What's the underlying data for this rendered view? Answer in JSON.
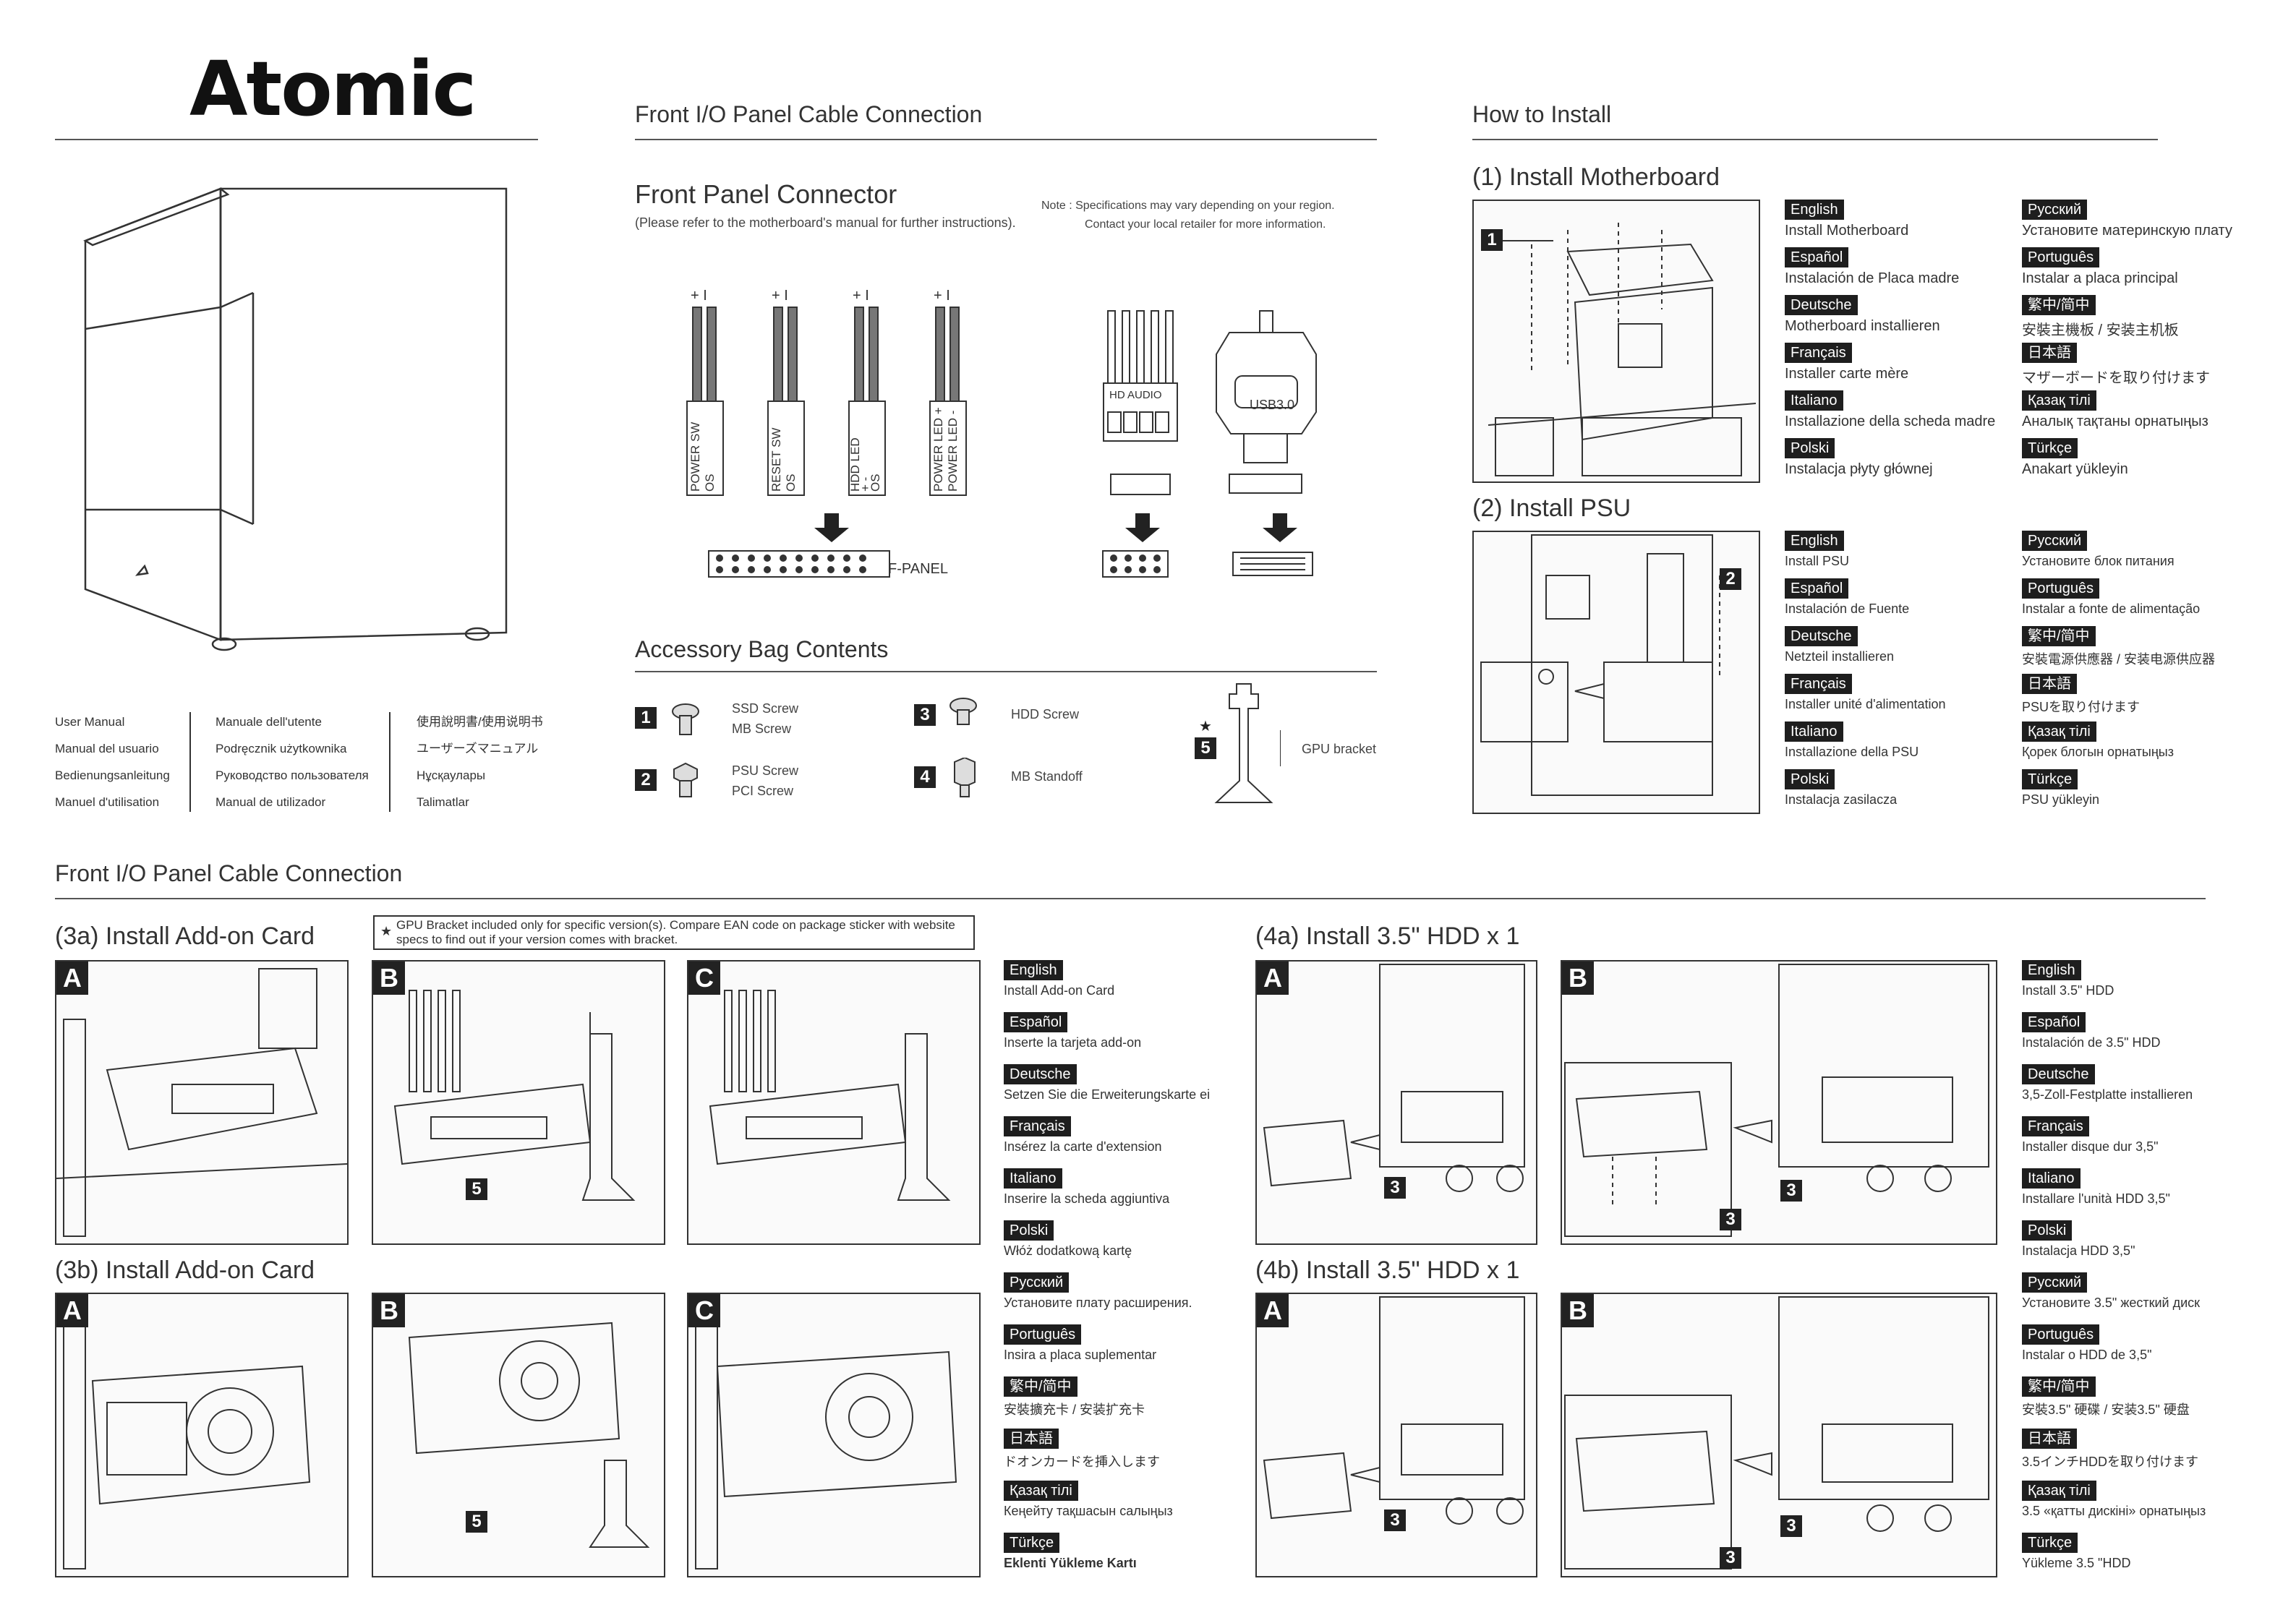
{
  "brand": {
    "title": "Atomic"
  },
  "manuals": {
    "col1": [
      "User Manual",
      "Manual del usuario",
      "Bedienungsanleitung",
      "Manuel d'utilisation"
    ],
    "col2": [
      "Manuale dell'utente",
      "Podręcznik użytkownika",
      "Руководство пользователя",
      "Manual de utilizador"
    ],
    "col3": [
      "使用說明書/使用说明书",
      "ユーザーズマニュアル",
      "Нұсқаулары",
      "Talimatlar"
    ]
  },
  "front_io_top": {
    "heading": "Front I/O Panel Cable Connection",
    "connector_heading": "Front Panel Connector",
    "connector_sub": "(Please refer to the motherboard's manual for further instructions).",
    "note_line1": "Note : Specifications may vary depending on your region.",
    "note_line2": "Contact your local retailer for more information.",
    "plugs": [
      {
        "lines": [
          "POWER SW",
          "OS"
        ],
        "polarity": "+ I"
      },
      {
        "lines": [
          "RESET SW",
          "OS"
        ],
        "polarity": "+ I"
      },
      {
        "lines": [
          "HDD LED",
          "+ -",
          "OS"
        ],
        "polarity": "+ I"
      },
      {
        "lines": [
          "POWER LED +",
          "POWER LED -"
        ],
        "polarity": "+ I"
      }
    ],
    "fpanel_label": "F-PANEL",
    "hd_audio_label": "HD AUDIO",
    "usb_label": "USB3.0"
  },
  "accessory": {
    "heading": "Accessory Bag Contents",
    "items": [
      {
        "num": "1",
        "lines": [
          "SSD Screw",
          "MB Screw"
        ]
      },
      {
        "num": "2",
        "lines": [
          "PSU Screw",
          "PCI Screw"
        ]
      },
      {
        "num": "3",
        "lines": [
          "HDD Screw"
        ]
      },
      {
        "num": "4",
        "lines": [
          "MB Standoff"
        ]
      },
      {
        "num": "5",
        "lines": [
          "GPU bracket"
        ]
      }
    ],
    "star": "★"
  },
  "how_to_install": {
    "heading": "How to Install",
    "mb_heading": "(1) Install Motherboard",
    "psu_heading": "(2) Install PSU",
    "mb_langs": [
      {
        "lang": "English",
        "text": "Install Motherboard"
      },
      {
        "lang": "Español",
        "text": "Instalación de Placa madre"
      },
      {
        "lang": "Deutsche",
        "text": "Motherboard installieren"
      },
      {
        "lang": "Français",
        "text": "Installer carte mère"
      },
      {
        "lang": "Italiano",
        "text": "Installazione della scheda madre"
      },
      {
        "lang": "Polski",
        "text": "Instalacja płyty głównej"
      },
      {
        "lang": "Русский",
        "text": "Установите материнскую плату"
      },
      {
        "lang": "Português",
        "text": "Instalar a placa principal"
      },
      {
        "lang": "繁中/简中",
        "text": "安裝主機板 / 安装主机板"
      },
      {
        "lang": "日本語",
        "text": "マザーボードを取り付けます"
      },
      {
        "lang": "Қазақ тілі",
        "text": "Аналық тақтаны орнатыңыз"
      },
      {
        "lang": "Türkçe",
        "text": "Anakart yükleyin"
      }
    ],
    "psu_langs": [
      {
        "lang": "English",
        "text": "Install PSU"
      },
      {
        "lang": "Español",
        "text": "Instalación de Fuente"
      },
      {
        "lang": "Deutsche",
        "text": "Netzteil installieren"
      },
      {
        "lang": "Français",
        "text": "Installer unité d'alimentation"
      },
      {
        "lang": "Italiano",
        "text": "Installazione della PSU"
      },
      {
        "lang": "Polski",
        "text": "Instalacja zasilacza"
      },
      {
        "lang": "Русский",
        "text": "Установите блок питания"
      },
      {
        "lang": "Português",
        "text": "Instalar a fonte de alimentação"
      },
      {
        "lang": "繁中/简中",
        "text": "安裝電源供應器 / 安装电源供应器"
      },
      {
        "lang": "日本語",
        "text": "PSUを取り付けます"
      },
      {
        "lang": "Қазақ тілі",
        "text": "Қорек блогын орнатыңыз"
      },
      {
        "lang": "Türkçe",
        "text": "PSU yükleyin"
      }
    ]
  },
  "front_io_bottom": {
    "heading": "Front I/O Panel Cable Connection",
    "addon_a_heading": "(3a) Install Add-on Card",
    "addon_b_heading": "(3b) Install Add-on Card",
    "gpu_note": "GPU Bracket included only for specific version(s). Compare EAN code on package sticker with website specs to find out if your version comes with bracket.",
    "gpu_star": "★",
    "addon_langs": [
      {
        "lang": "English",
        "text": "Install Add-on Card"
      },
      {
        "lang": "Español",
        "text": "Inserte la tarjeta add-on"
      },
      {
        "lang": "Deutsche",
        "text": "Setzen Sie die Erweiterungskarte ei"
      },
      {
        "lang": "Français",
        "text": "Insérez la carte d'extension"
      },
      {
        "lang": "Italiano",
        "text": "Inserire la scheda aggiuntiva"
      },
      {
        "lang": "Polski",
        "text": "Włóż dodatkową kartę"
      },
      {
        "lang": "Русский",
        "text": "Установите плату расширения."
      },
      {
        "lang": "Português",
        "text": "Insira a placa suplementar"
      },
      {
        "lang": "繁中/简中",
        "text": "安裝擴充卡 / 安装扩充卡"
      },
      {
        "lang": "日本語",
        "text": "ドオンカードを挿入します"
      },
      {
        "lang": "Қазақ тілі",
        "text": "Кеңейту тақшасын салыңыз"
      },
      {
        "lang": "Türkçe",
        "text": "Eklenti Yükleme Kartı"
      }
    ],
    "hdd_a_heading": "(4a) Install 3.5\" HDD x 1",
    "hdd_b_heading": "(4b) Install 3.5\" HDD x 1",
    "hdd_langs": [
      {
        "lang": "English",
        "text": "Install 3.5\" HDD"
      },
      {
        "lang": "Español",
        "text": "Instalación de 3.5\" HDD"
      },
      {
        "lang": "Deutsche",
        "text": "3,5-Zoll-Festplatte installieren"
      },
      {
        "lang": "Français",
        "text": "Installer disque dur 3,5\""
      },
      {
        "lang": "Italiano",
        "text": "Installare l'unità HDD 3,5\""
      },
      {
        "lang": "Polski",
        "text": "Instalacja HDD 3,5\""
      },
      {
        "lang": "Русский",
        "text": "Установите 3.5\" жесткий диск"
      },
      {
        "lang": "Português",
        "text": "Instalar o HDD de 3,5\""
      },
      {
        "lang": "繁中/简中",
        "text": "安裝3.5\" 硬碟 / 安装3.5\" 硬盘"
      },
      {
        "lang": "日本語",
        "text": "3.5インチHDDを取り付けます"
      },
      {
        "lang": "Қазақ тілі",
        "text": "3.5 «қатты дискіні» орнатыңыз"
      },
      {
        "lang": "Türkçe",
        "text": "Yükleme 3.5 \"HDD"
      }
    ],
    "letters": {
      "a": "A",
      "b": "B",
      "c": "C"
    },
    "step_nums": {
      "mb": "1",
      "psu": "2",
      "hdd": "3",
      "bracket": "5"
    }
  }
}
